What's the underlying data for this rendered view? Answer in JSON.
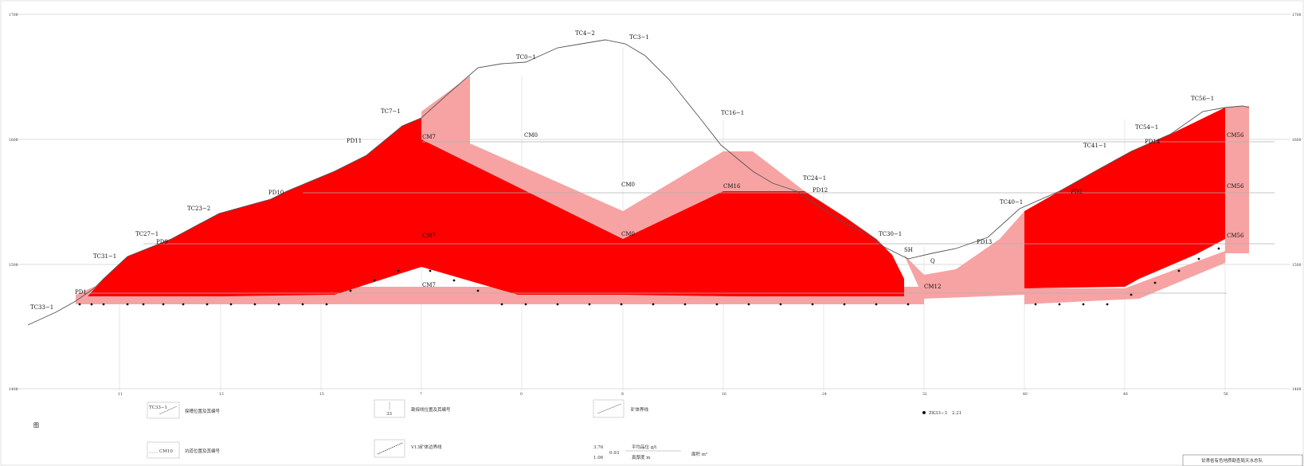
{
  "drawing": {
    "colors": {
      "ore_body": "#ff0000",
      "oxidized_zone": "#f7a3a3",
      "grid_line": "#cfcfcf",
      "terrain_line": "#555555",
      "background": "#ffffff"
    },
    "axis_left": {
      "top": "1700",
      "mid_upper": "1600",
      "mid_lower": "1500",
      "bottom": "1400"
    },
    "axis_right": {
      "top": "1700",
      "mid_upper": "1600",
      "mid_lower": "1500",
      "bottom": "1400"
    },
    "x_ticks": [
      "11",
      "13",
      "15",
      "7",
      "0",
      "8",
      "16",
      "24",
      "32",
      "40",
      "48",
      "56"
    ],
    "trenches": [
      "TC33−1",
      "TC31−1",
      "TC27−1",
      "TC23−2",
      "TC7−1",
      "TC0−1",
      "TC4−2",
      "TC3−1",
      "TC16−1",
      "TC24−1",
      "TC30−1",
      "TC40−1",
      "TC41−1",
      "TC54−1",
      "TC56−1"
    ],
    "drift_labels": [
      "PD1",
      "PD9",
      "PD10",
      "PD11",
      "PD12",
      "PD13",
      "PD2",
      "PD14"
    ],
    "level_labels": [
      "CM0",
      "CM0",
      "CM0",
      "CM7",
      "CM7",
      "CM7",
      "CM16",
      "CM56",
      "CM56",
      "CM56",
      "CM12"
    ],
    "zone_labels": [
      "Q",
      "SH"
    ],
    "legend": {
      "trench_label": "TC33−1",
      "trench_text": "探槽位置及其编号",
      "adit_label": "CM10",
      "adit_text": "坑道位置及其编号",
      "box_label": "33",
      "box_text": "勘探线位置及其编号",
      "boundary_text": "矿体界线",
      "ore_boundary_text": "V13矿体边界线",
      "grade_text": "平均品位 g/t",
      "thick_text": "真厚度 m",
      "area_text": "面积 m²",
      "sample_a": "3.76",
      "sample_b": "0.93",
      "sample_c": "1.06",
      "drill_text": "ZK33−3",
      "drill_vals": "2.21",
      "side_mark": "图"
    },
    "title_block": "甘肃省有色地质勘查局天水总队"
  }
}
